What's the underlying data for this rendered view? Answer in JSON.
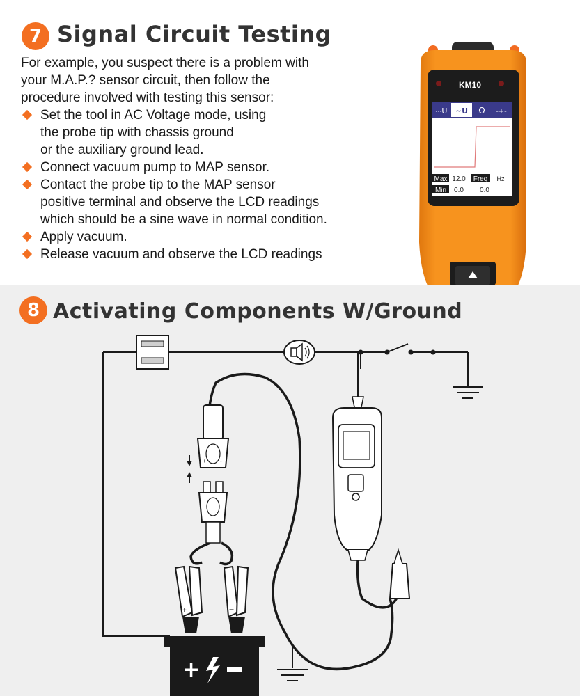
{
  "section7": {
    "number": "7",
    "title": "Signal Circuit Testing",
    "intro_lines": [
      "For example, you suspect there is a problem with",
      "your M.A.P.? sensor circuit, then follow the",
      "procedure involved with testing this sensor:"
    ],
    "steps": [
      {
        "lines": [
          "Set the tool in AC Voltage mode, using",
          "the probe tip with chassis ground",
          "or the auxiliary ground lead."
        ]
      },
      {
        "lines": [
          "Connect vacuum pump to MAP sensor."
        ]
      },
      {
        "lines": [
          "Contact the probe tip to the MAP sensor",
          "positive terminal and observe the LCD readings",
          "which should be a sine wave in normal condition."
        ]
      },
      {
        "lines": [
          "Apply vacuum."
        ]
      },
      {
        "lines": [
          "Release vacuum and observe the LCD readings"
        ]
      }
    ]
  },
  "device": {
    "model": "KM10",
    "modes": [
      "⎓U",
      "~U",
      "Ω",
      "-+-"
    ],
    "active_mode": "~U",
    "readouts": {
      "max_label": "Max",
      "max_value": "12.0",
      "freq_label": "Freq",
      "freq_unit": "Hz",
      "min_label": "Min",
      "min_value": "0.0",
      "freq_value": "0.0"
    }
  },
  "section8": {
    "number": "8",
    "title": "Activating Components W/Ground"
  },
  "colors": {
    "accent": "#f36f21",
    "device_body": "#f7931e",
    "heading": "#333333",
    "diagram_bg": "#efefef",
    "lcd_bar": "#3a3a8a"
  }
}
